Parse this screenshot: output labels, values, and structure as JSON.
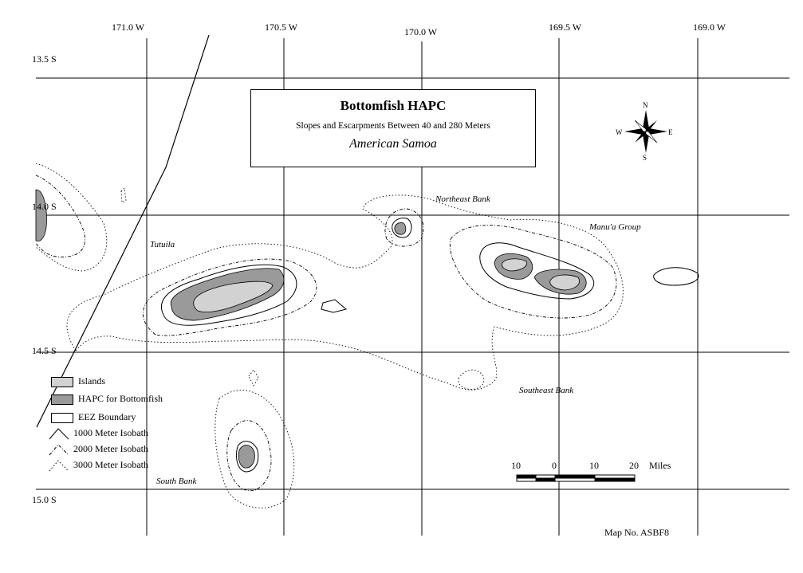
{
  "map": {
    "title": "Bottomfish HAPC",
    "subtitle": "Slopes and Escarpments Between 40 and 280 Meters",
    "region": "American Samoa",
    "map_number": "Map No. ASBF8"
  },
  "longitudes": [
    "171.0 W",
    "170.5 W",
    "170.0 W",
    "169.5 W",
    "169.0 W"
  ],
  "latitudes": [
    "13.5 S",
    "14.0 S",
    "14.5 S",
    "15.0 S"
  ],
  "places": {
    "northeast_bank": "Northeast Bank",
    "manua_group": "Manu'a Group",
    "tutuila": "Tutuila",
    "southeast_bank": "Southeast Bank",
    "south_bank": "South Bank"
  },
  "legend": {
    "islands": "Islands",
    "hapc": "HAPC for Bottomfish",
    "eez": "EEZ Boundary",
    "iso1000": "1000 Meter Isobath",
    "iso2000": "2000 Meter Isobath",
    "iso3000": "3000 Meter Isobath"
  },
  "compass": {
    "n": "N",
    "s": "S",
    "e": "E",
    "w": "W"
  },
  "scale": {
    "t0": "10",
    "t1": "0",
    "t2": "10",
    "t3": "20",
    "unit": "Miles"
  },
  "colors": {
    "island": "#d2d2d2",
    "hapc": "#9a9a9a",
    "line": "#000000"
  }
}
